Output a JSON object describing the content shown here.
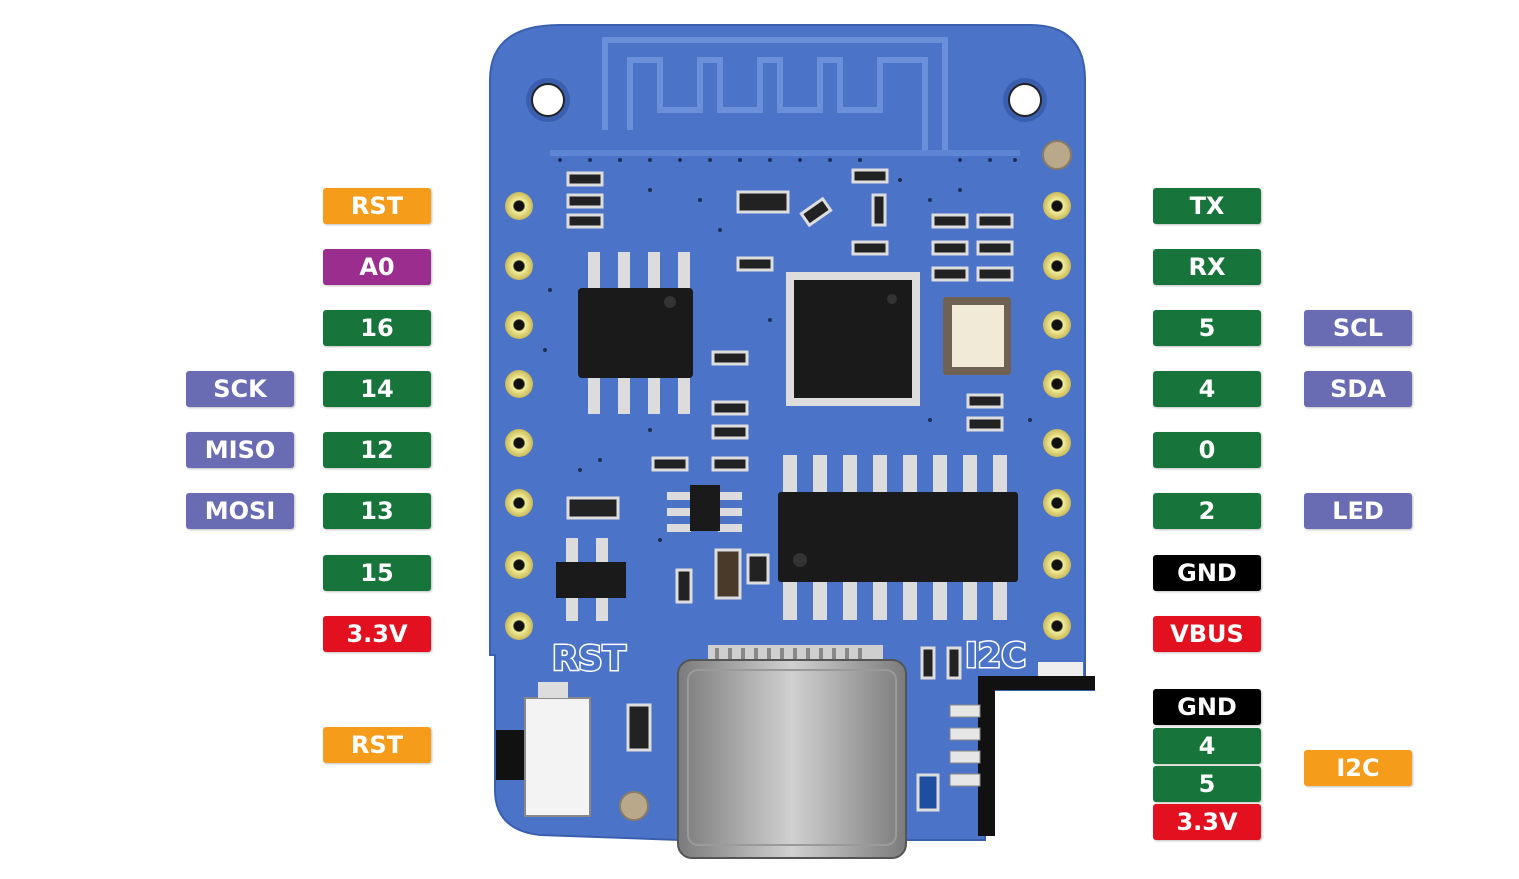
{
  "colors": {
    "pcb": "#4b74c9",
    "reset": "#f59c1a",
    "analog": "#9b2d8e",
    "gpio": "#17743b",
    "function": "#6a6cb3",
    "power": "#e3101f",
    "ground": "#000000"
  },
  "left_pins": {
    "rst": "RST",
    "a0": "A0",
    "d16": "16",
    "d14": "14",
    "d12": "12",
    "d13": "13",
    "d15": "15",
    "v33": "3.3V"
  },
  "left_functions": {
    "sck": "SCK",
    "miso": "MISO",
    "mosi": "MOSI"
  },
  "right_pins": {
    "tx": "TX",
    "rx": "RX",
    "d5": "5",
    "d4": "4",
    "d0": "0",
    "d2": "2",
    "gnd": "GND",
    "vbus": "VBUS"
  },
  "right_functions": {
    "scl": "SCL",
    "sda": "SDA",
    "led": "LED"
  },
  "reset_button": {
    "label": "RST"
  },
  "i2c_connector": {
    "gnd": "GND",
    "sda": "4",
    "scl": "5",
    "v33": "3.3V",
    "name": "I2C"
  },
  "silkscreen": {
    "rst": "RST",
    "i2c": "I2C"
  }
}
